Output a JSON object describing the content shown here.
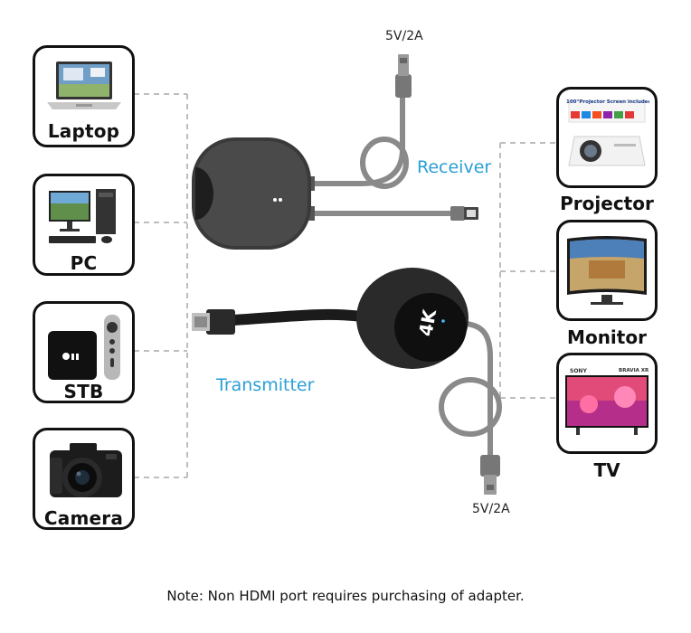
{
  "sources": [
    {
      "id": "laptop",
      "label": "Laptop",
      "icon": "laptop-icon"
    },
    {
      "id": "pc",
      "label": "PC",
      "icon": "desktop-pc-icon"
    },
    {
      "id": "stb",
      "label": "STB",
      "icon": "set-top-box-icon"
    },
    {
      "id": "camera",
      "label": "Camera",
      "icon": "camera-icon"
    }
  ],
  "displays": [
    {
      "id": "projector",
      "label": "Projector",
      "icon": "projector-icon",
      "screen_text": "100\"Projector Screen included"
    },
    {
      "id": "monitor",
      "label": "Monitor",
      "icon": "monitor-icon"
    },
    {
      "id": "tv",
      "label": "TV",
      "icon": "tv-icon",
      "brand": "SONY",
      "model": "BRAVIA XR"
    }
  ],
  "receiver": {
    "label": "Receiver",
    "power": "5V/2A"
  },
  "transmitter": {
    "label": "Transmitter",
    "power": "5V/2A",
    "badge": "4K"
  },
  "note": "Note: Non HDMI port requires purchasing of adapter.",
  "colors": {
    "accent": "#2a9fd6",
    "device": "#2b2b2b",
    "cable": "#8a8a8a",
    "line": "#bdbdbd"
  }
}
